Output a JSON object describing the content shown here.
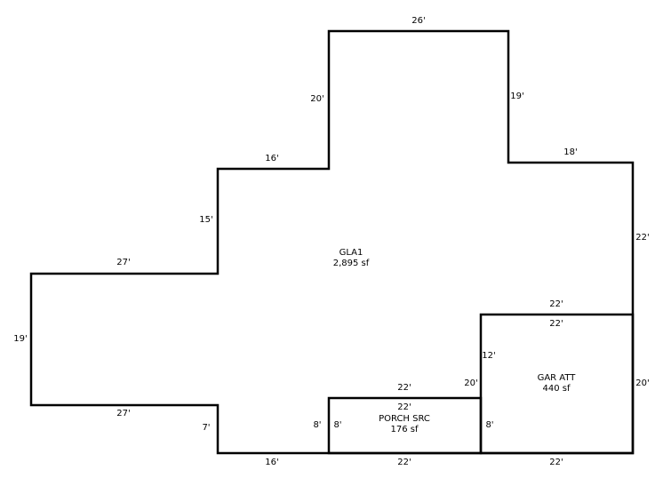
{
  "rooms": {
    "gla": {
      "name": "GLA1",
      "area": "2,895 sf"
    },
    "porch": {
      "name": "PORCH SRC",
      "area": "176 sf"
    },
    "garage": {
      "name": "GAR ATT",
      "area": "440 sf"
    }
  },
  "dimensions": {
    "top": "26'",
    "top_left_vertical": "20'",
    "top_right_vertical": "19'",
    "upper_right_horizontal": "18'",
    "upper_left_horizontal": "16'",
    "right_vertical": "22'",
    "mid_left_vertical": "15'",
    "left_horizontal_top": "27'",
    "left_vertical": "19'",
    "left_horizontal_bottom": "27'",
    "lower_left_vertical": "7'",
    "bottom_left_horizontal": "16'",
    "garage_top_outer": "22'",
    "garage_top_inner": "22'",
    "garage_left_upper": "12'",
    "garage_left_mid": "20'",
    "garage_right": "20'",
    "garage_left_lower": "8'",
    "garage_bottom": "22'",
    "porch_top_outer": "22'",
    "porch_top_inner": "22'",
    "porch_left_outer": "8'",
    "porch_left_inner": "8'",
    "porch_bottom": "22'"
  }
}
